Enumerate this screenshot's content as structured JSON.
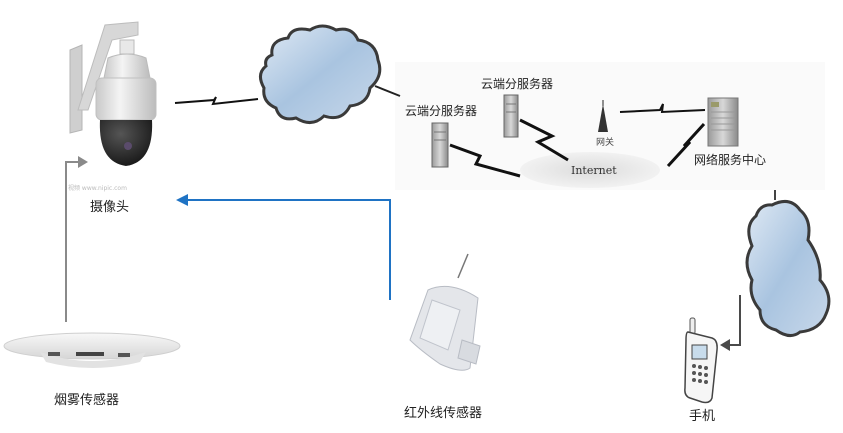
{
  "diagram": {
    "nodes": {
      "camera": {
        "label": "摄像头",
        "watermark": "视频 www.nipic.com"
      },
      "smoke_sensor": {
        "label": "烟雾传感器"
      },
      "ir_sensor": {
        "label": "红外线传感器"
      },
      "phone": {
        "label": "手机"
      },
      "cloud_server_1": {
        "label": "云端分服务器"
      },
      "cloud_server_2": {
        "label": "云端分服务器"
      },
      "gateway": {
        "label": "网关"
      },
      "internet": {
        "label": "Internet"
      },
      "network_center": {
        "label": "网络服务中心"
      }
    },
    "colors": {
      "blue_arrow": "#1f73c4",
      "gray_arrow": "#8a8a8a",
      "dark_arrow": "#4a4a4a",
      "cloud_fill": "#a9c4e0",
      "cloud_outline": "#3a3a3a"
    },
    "edges": [
      {
        "from": "smoke_sensor",
        "to": "camera",
        "style": "gray-arrow"
      },
      {
        "from": "ir_sensor",
        "to": "camera",
        "style": "blue-arrow"
      },
      {
        "from": "camera",
        "to": "cloud",
        "style": "lightning"
      },
      {
        "from": "cloud",
        "to": "network_panel",
        "style": "line"
      },
      {
        "from": "cloud_server_1",
        "to": "internet",
        "style": "lightning"
      },
      {
        "from": "cloud_server_2",
        "to": "internet",
        "style": "lightning"
      },
      {
        "from": "gateway",
        "to": "network_center",
        "style": "lightning"
      },
      {
        "from": "internet",
        "to": "network_center",
        "style": "lightning"
      },
      {
        "from": "right_cloud",
        "to": "phone",
        "style": "dark-arrow"
      }
    ]
  }
}
